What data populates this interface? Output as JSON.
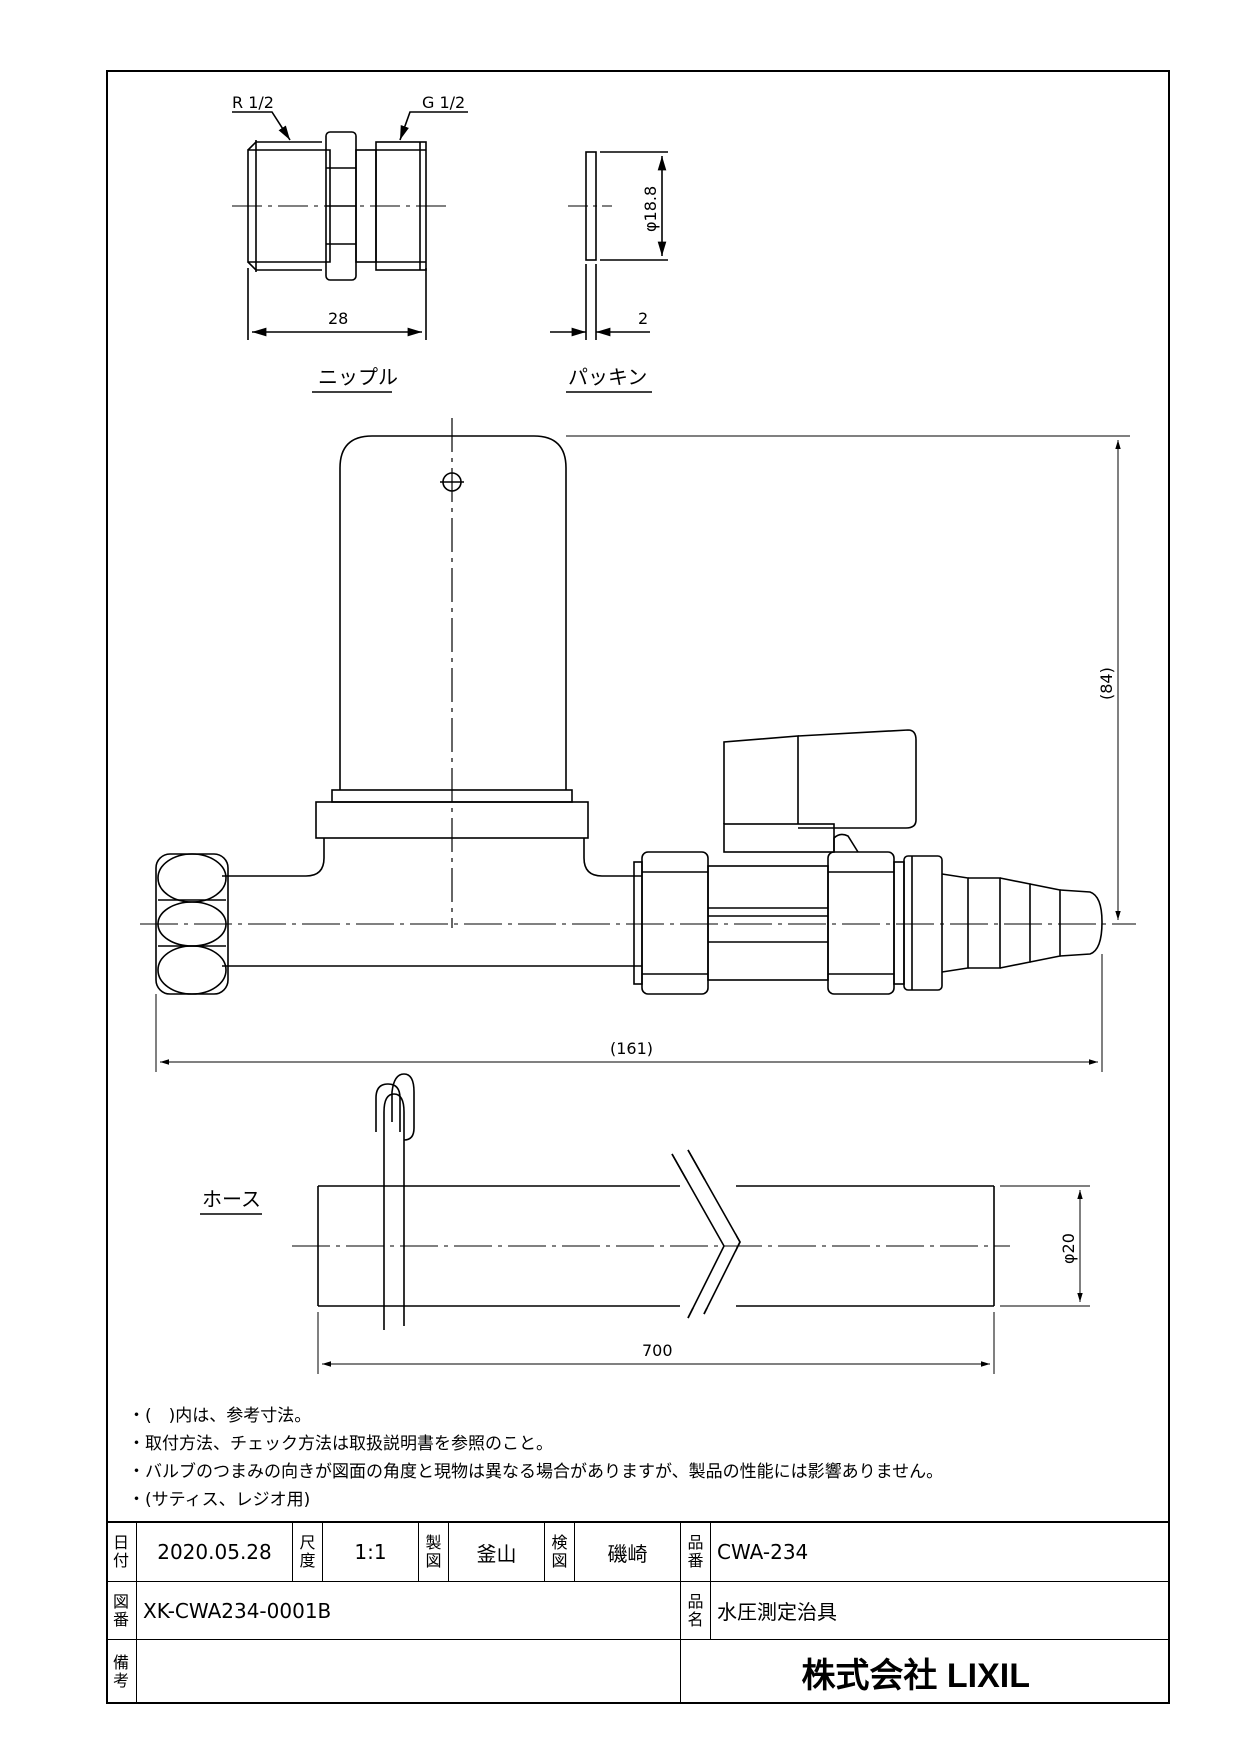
{
  "drawing": {
    "nipple": {
      "label": "ニップル",
      "thread_left": "R 1/2",
      "thread_right": "G 1/2",
      "length_dim": "28"
    },
    "packing": {
      "label": "パッキン",
      "diameter_dim": "φ18.8",
      "thickness_dim": "2"
    },
    "assembly": {
      "height_dim": "(84)",
      "width_dim": "(161)"
    },
    "hose": {
      "label": "ホース",
      "diameter_dim": "φ20",
      "length_dim": "700"
    }
  },
  "notes": [
    "・(　)内は、参考寸法。",
    "・取付方法、チェック方法は取扱説明書を参照のこと。",
    "・バルブのつまみの向きが図面の角度と現物は異なる場合がありますが、製品の性能には影響ありません。",
    "・(サティス、レジオ用)"
  ],
  "title_block": {
    "date_label": "日付",
    "date": "2020.05.28",
    "scale_label": "尺度",
    "scale": "1:1",
    "drawn_label": "製図",
    "drawn_by": "釜山",
    "checked_label": "検図",
    "checked_by": "磯崎",
    "product_no_label": "品番",
    "product_no": "CWA-234",
    "drawing_no_label": "図番",
    "drawing_no": "XK-CWA234-0001B",
    "product_name_label": "品名",
    "product_name": "水圧測定治具",
    "remarks_label": "備考",
    "company": "株式会社 LIXIL"
  }
}
